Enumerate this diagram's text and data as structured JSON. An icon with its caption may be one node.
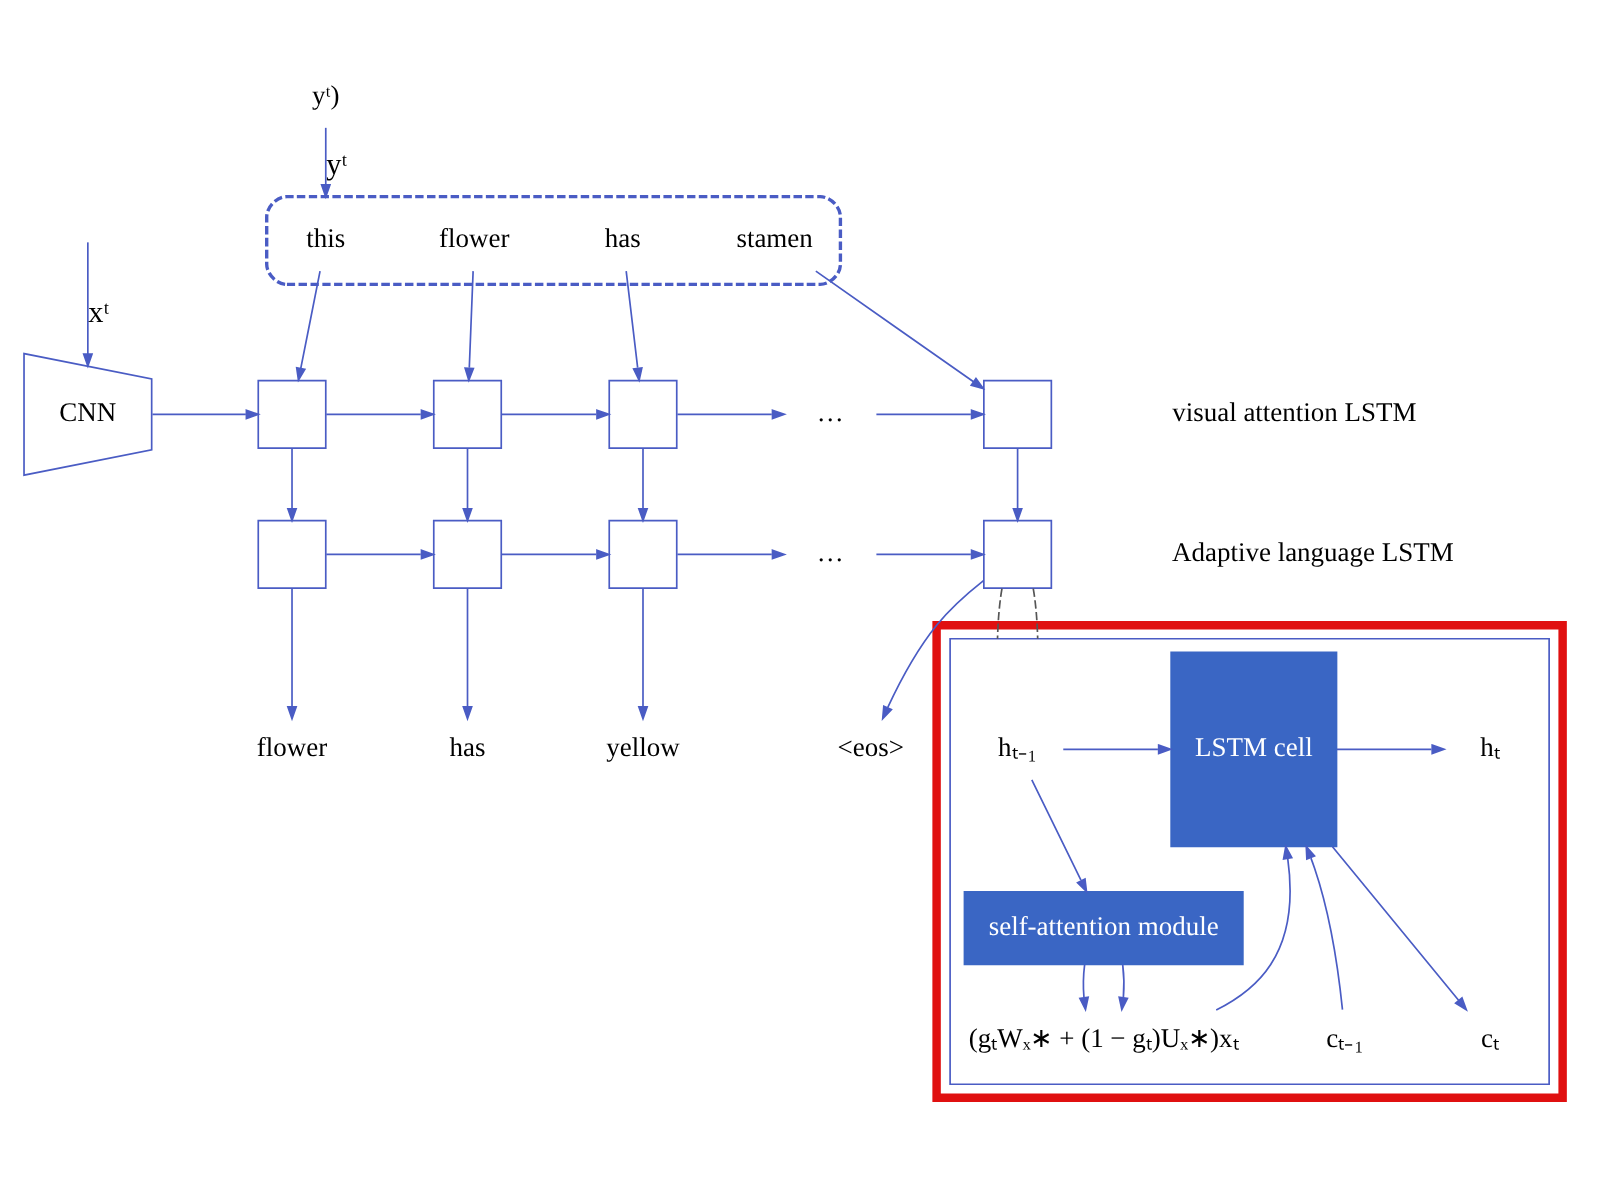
{
  "diagram": {
    "nodes": [
      {
        "text": [],
        "shape": "box"
      },
      {
        "text": [
          "this"
        ],
        "in": 0
      },
      {
        "text": [
          "flower"
        ],
        "in": 0
      },
      {
        "text": [
          "has"
        ],
        "in": 0
      },
      {
        "text": [
          "stamen"
        ],
        "in": 0
      },
      {
        "text": [
          "yᵗ)"
        ]
      },
      {
        "text": [
          "CNN"
        ]
      },
      {
        "text": [],
        "shape": "box"
      },
      {
        "text": [],
        "shape": "box"
      },
      {
        "text": [],
        "shape": "box"
      },
      {
        "text": [
          "…"
        ]
      },
      {
        "text": [],
        "shape": "box"
      },
      {
        "text": [],
        "shape": "box"
      },
      {
        "text": [],
        "shape": "box"
      },
      {
        "text": [],
        "shape": "box"
      },
      {
        "text": [
          "…"
        ]
      },
      {
        "text": [],
        "shape": "box"
      },
      {
        "text": [
          "flower"
        ]
      },
      {
        "text": [
          "has"
        ]
      },
      {
        "text": [
          "yellow"
        ]
      },
      {
        "text": [
          "<eos>"
        ]
      },
      {
        "text": [],
        "shape": "box"
      },
      {
        "text": [],
        "shape": "box",
        "in": 21
      },
      {
        "text": [
          "hₜ₋₁"
        ],
        "in": 22
      },
      {
        "text": [
          "self-attention module"
        ],
        "in": 22
      },
      {
        "text": [
          "LSTM cell"
        ],
        "in": 22
      },
      {
        "text": [
          "hₜ"
        ],
        "in": 22
      },
      {
        "text": [
          "(gₜWₓ∗ + (1 − gₜ)Uₓ∗)xₜ"
        ],
        "in": 22
      },
      {
        "text": [
          "cₜ₋₁"
        ],
        "in": 22
      },
      {
        "text": [
          "cₜ"
        ],
        "in": 22
      }
    ],
    "edges": [
      {
        "from": 5,
        "to": 0,
        "arrow": "to",
        "label": "yᵗ"
      },
      {
        "from": null,
        "to": 6,
        "arrow": "to",
        "label": "xᵗ"
      },
      {
        "from": 1,
        "to": 7,
        "arrow": "to"
      },
      {
        "from": 2,
        "to": 8,
        "arrow": "to"
      },
      {
        "from": 3,
        "to": 9,
        "arrow": "to"
      },
      {
        "from": 4,
        "to": 11,
        "arrow": "to"
      },
      {
        "from": 6,
        "to": 7,
        "arrow": "to"
      },
      {
        "from": 7,
        "to": 8,
        "arrow": "to"
      },
      {
        "from": 8,
        "to": 9,
        "arrow": "to"
      },
      {
        "from": 9,
        "to": 10,
        "arrow": "to"
      },
      {
        "from": 10,
        "to": 11,
        "arrow": "to"
      },
      {
        "from": 7,
        "to": 12,
        "arrow": "to"
      },
      {
        "from": 8,
        "to": 13,
        "arrow": "to"
      },
      {
        "from": 9,
        "to": 14,
        "arrow": "to"
      },
      {
        "from": 11,
        "to": 16,
        "arrow": "to"
      },
      {
        "from": 12,
        "to": 13,
        "arrow": "to"
      },
      {
        "from": 13,
        "to": 14,
        "arrow": "to"
      },
      {
        "from": 14,
        "to": 15,
        "arrow": "to"
      },
      {
        "from": 15,
        "to": 16,
        "arrow": "to"
      },
      {
        "from": 12,
        "to": 17,
        "arrow": "to"
      },
      {
        "from": 13,
        "to": 18,
        "arrow": "to"
      },
      {
        "from": 14,
        "to": 19,
        "arrow": "to"
      },
      {
        "from": 16,
        "to": 20,
        "arrow": "to"
      },
      {
        "from": 16,
        "to": 22,
        "arrow": "none",
        "style": "dashed",
        "color": "#555555"
      },
      {
        "from": 16,
        "to": 22,
        "arrow": "none",
        "style": "dashed",
        "color": "#555555"
      },
      {
        "from": 23,
        "to": 25,
        "arrow": "to"
      },
      {
        "from": 23,
        "to": 24,
        "arrow": "to"
      },
      {
        "from": 24,
        "to": 27,
        "arrow": "to"
      },
      {
        "from": 24,
        "to": 27,
        "arrow": "to"
      },
      {
        "from": 27,
        "to": 25,
        "arrow": "to"
      },
      {
        "from": 28,
        "to": 25,
        "arrow": "to"
      },
      {
        "from": 25,
        "to": 26,
        "arrow": "to"
      },
      {
        "from": 25,
        "to": 29,
        "arrow": "to"
      }
    ],
    "labels": [
      "visual attention LSTM",
      "Adaptive language LSTM"
    ]
  }
}
